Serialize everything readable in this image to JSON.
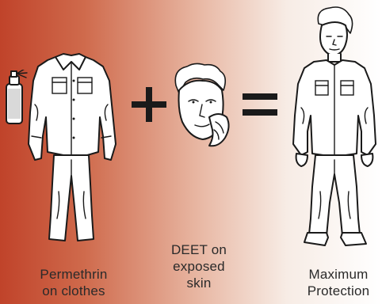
{
  "equation": {
    "left_caption_line1": "Permethrin",
    "left_caption_line2": "on clothes",
    "plus_symbol": "+",
    "middle_caption_line1": "DEET on",
    "middle_caption_line2": "exposed",
    "middle_caption_line3": "skin",
    "equals_symbol": "=",
    "right_caption_line1": "Maximum",
    "right_caption_line2": "Protection"
  },
  "icons": [
    "spray-can-icon",
    "clothes-icon",
    "face-icon",
    "person-icon"
  ],
  "colors": {
    "gradient_start": "#c0432a",
    "gradient_end": "#ffffff",
    "operator": "#1a1a1a"
  }
}
